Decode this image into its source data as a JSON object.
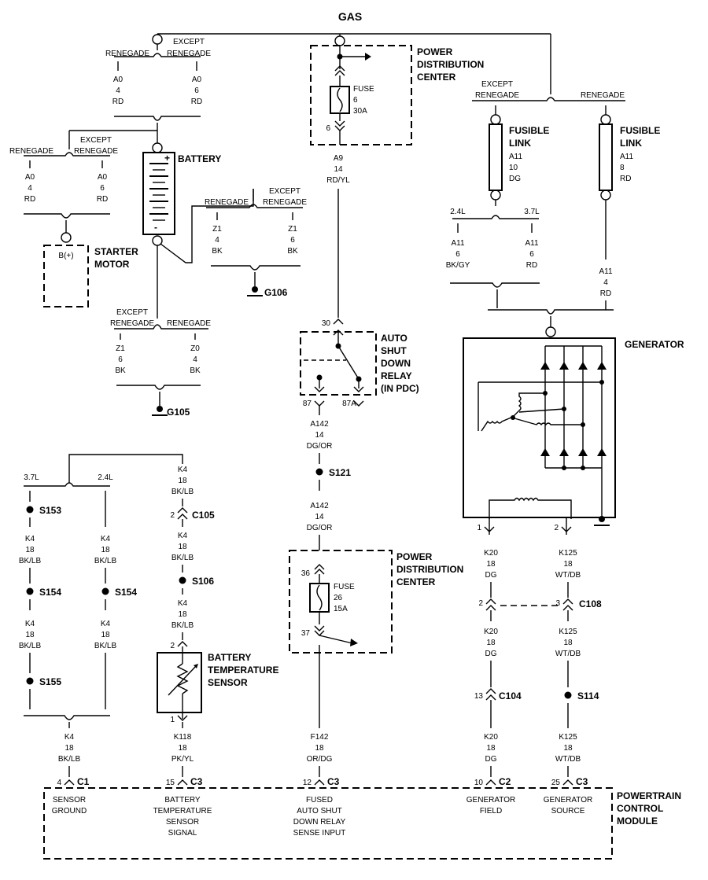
{
  "title": "GAS",
  "top_left_split": {
    "a": "RENEGADE",
    "b": "EXCEPT",
    "c": "RENEGADE"
  },
  "wire_a0_renegade": [
    "A0",
    "4",
    "RD"
  ],
  "wire_a0_except": [
    "A0",
    "6",
    "RD"
  ],
  "battery_label": "BATTERY",
  "battery_plus": "+",
  "battery_minus": "-",
  "starter_split": {
    "a": "RENEGADE",
    "b": "EXCEPT",
    "c": "RENEGADE"
  },
  "wire_a0_starter_renegade": [
    "A0",
    "4",
    "RD"
  ],
  "wire_a0_starter_except": [
    "A0",
    "6",
    "RD"
  ],
  "starter": {
    "pin": "B(+)",
    "l1": "STARTER",
    "l2": "MOTOR"
  },
  "g106_split": {
    "a": "RENEGADE",
    "b": "EXCEPT",
    "c": "RENEGADE"
  },
  "wire_z1_renegade": [
    "Z1",
    "4",
    "BK"
  ],
  "wire_z1_except": [
    "Z1",
    "6",
    "BK"
  ],
  "g106": "G106",
  "g105_split": {
    "a": "EXCEPT",
    "b": "RENEGADE",
    "c": "RENEGADE"
  },
  "wire_z1_g105": [
    "Z1",
    "6",
    "BK"
  ],
  "wire_z0_g105": [
    "Z0",
    "4",
    "BK"
  ],
  "g105": "G105",
  "pdc1": {
    "l1": "POWER",
    "l2": "DISTRIBUTION",
    "l3": "CENTER",
    "fuse": "FUSE",
    "num": "6",
    "amps": "30A",
    "pin_out": "6"
  },
  "wire_a9": [
    "A9",
    "14",
    "RD/YL"
  ],
  "asd": {
    "l1": "AUTO",
    "l2": "SHUT",
    "l3": "DOWN",
    "l4": "RELAY",
    "l5": "(IN PDC)",
    "pin30": "30",
    "pin87": "87",
    "pin87a": "87A"
  },
  "wire_a142_top": [
    "A142",
    "14",
    "DG/OR"
  ],
  "s121": "S121",
  "wire_a142_bot": [
    "A142",
    "14",
    "DG/OR"
  ],
  "pdc2": {
    "l1": "POWER",
    "l2": "DISTRIBUTION",
    "l3": "CENTER",
    "fuse": "FUSE",
    "num": "26",
    "amps": "15A",
    "pin_in": "36",
    "pin_out": "37"
  },
  "wire_f142": [
    "F142",
    "18",
    "OR/DG"
  ],
  "fl_split": {
    "a": "EXCEPT",
    "b": "RENEGADE",
    "c": "RENEGADE"
  },
  "fl1": {
    "l1": "FUSIBLE",
    "l2": "LINK",
    "wire": [
      "A11",
      "10",
      "DG"
    ]
  },
  "fl2": {
    "l1": "FUSIBLE",
    "l2": "LINK",
    "wire": [
      "A11",
      "8",
      "RD"
    ]
  },
  "eng_split": {
    "a": "2.4L",
    "b": "3.7L"
  },
  "wire_a11_24": [
    "A11",
    "6",
    "BK/GY"
  ],
  "wire_a11_37": [
    "A11",
    "6",
    "RD"
  ],
  "wire_a11_4": [
    "A11",
    "4",
    "RD"
  ],
  "generator": "GENERATOR",
  "gen_pin1": "1",
  "gen_pin2": "2",
  "wire_k20_a": [
    "K20",
    "18",
    "DG"
  ],
  "wire_k125_a": [
    "K125",
    "18",
    "WT/DB"
  ],
  "c108": {
    "name": "C108",
    "pin_l": "2",
    "pin_r": "3"
  },
  "wire_k20_b": [
    "K20",
    "18",
    "DG"
  ],
  "wire_k125_b": [
    "K125",
    "18",
    "WT/DB"
  ],
  "c104": {
    "name": "C104",
    "pin": "13"
  },
  "s114": "S114",
  "wire_k20_c": [
    "K20",
    "18",
    "DG"
  ],
  "wire_k125_c": [
    "K125",
    "18",
    "WT/DB"
  ],
  "k4_split": {
    "a": "3.7L",
    "b": "2.4L"
  },
  "s153": "S153",
  "s154a": "S154",
  "s154b": "S154",
  "s155": "S155",
  "wire_k4_l1": [
    "K4",
    "18",
    "BK/LB"
  ],
  "wire_k4_l2": [
    "K4",
    "18",
    "BK/LB"
  ],
  "wire_k4_r1": [
    "K4",
    "18",
    "BK/LB"
  ],
  "wire_k4_r2": [
    "K4",
    "18",
    "BK/LB"
  ],
  "wire_k4_bottom": [
    "K4",
    "18",
    "BK/LB"
  ],
  "wire_k4_c1": [
    "K4",
    "18",
    "BK/LB"
  ],
  "c105": {
    "name": "C105",
    "pin": "2"
  },
  "wire_k4_c2": [
    "K4",
    "18",
    "BK/LB"
  ],
  "s106": "S106",
  "wire_k4_c3": [
    "K4",
    "18",
    "BK/LB"
  ],
  "bts": {
    "l1": "BATTERY",
    "l2": "TEMPERATURE",
    "l3": "SENSOR",
    "pin_top": "2",
    "pin_bot": "1"
  },
  "wire_k118": [
    "K118",
    "18",
    "PK/YL"
  ],
  "pcm": {
    "l1": "POWERTRAIN",
    "l2": "CONTROL",
    "l3": "MODULE"
  },
  "pcm_conn": [
    {
      "pin": "4",
      "conn": "C1",
      "label": [
        "SENSOR",
        "GROUND"
      ]
    },
    {
      "pin": "15",
      "conn": "C3",
      "label": [
        "BATTERY",
        "TEMPERATURE",
        "SENSOR",
        "SIGNAL"
      ]
    },
    {
      "pin": "12",
      "conn": "C3",
      "label": [
        "FUSED",
        "AUTO SHUT",
        "DOWN RELAY",
        "SENSE INPUT"
      ]
    },
    {
      "pin": "10",
      "conn": "C2",
      "label": [
        "GENERATOR",
        "FIELD"
      ]
    },
    {
      "pin": "25",
      "conn": "C3",
      "label": [
        "GENERATOR",
        "SOURCE"
      ]
    }
  ]
}
